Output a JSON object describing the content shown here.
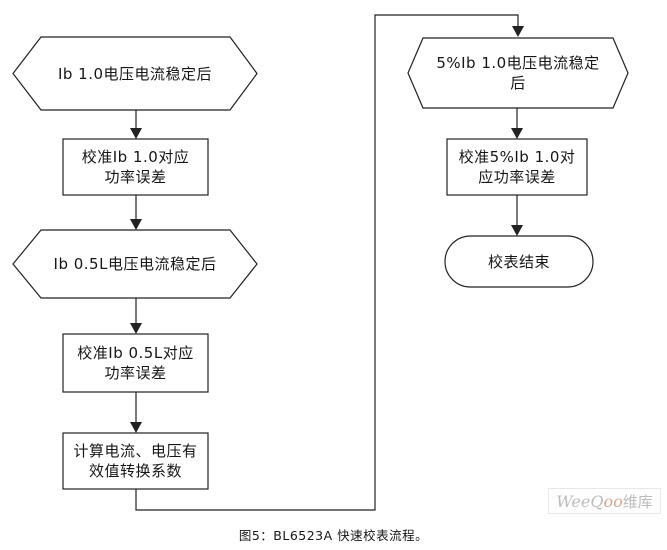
{
  "flowchart": {
    "nodes": [
      {
        "id": "hex-ib10-stable",
        "type": "hexagon",
        "lines": [
          "Ib 1.0电压电流稳定后"
        ]
      },
      {
        "id": "rect-cal-ib10",
        "type": "rect",
        "lines": [
          "校准Ib 1.0对应",
          "功率误差"
        ]
      },
      {
        "id": "hex-ib05l-stable",
        "type": "hexagon",
        "lines": [
          "Ib 0.5L电压电流稳定后"
        ]
      },
      {
        "id": "rect-cal-ib05l",
        "type": "rect",
        "lines": [
          "校准Ib 0.5L对应",
          "功率误差"
        ]
      },
      {
        "id": "rect-calc-rms",
        "type": "rect",
        "lines": [
          "计算电流、电压有",
          "效值转换系数"
        ]
      },
      {
        "id": "hex-5pct-stable",
        "type": "hexagon",
        "lines": [
          "5%Ib 1.0电压电流稳定",
          "后"
        ]
      },
      {
        "id": "rect-cal-5pct",
        "type": "rect",
        "lines": [
          "校准5%Ib 1.0对",
          "应功率误差"
        ]
      },
      {
        "id": "stadium-end",
        "type": "stadium",
        "lines": [
          "校表结束"
        ]
      }
    ],
    "caption": "图5：BL6523A 快速校表流程。"
  },
  "watermark": {
    "part1": "WeeQ",
    "part2": "oo",
    "part3": "维库"
  },
  "colors": {
    "line": "#222222",
    "text": "#161616",
    "background": "#ffffff",
    "watermark_gray": "#bcbcbc",
    "watermark_accent": "#d3a98f"
  }
}
